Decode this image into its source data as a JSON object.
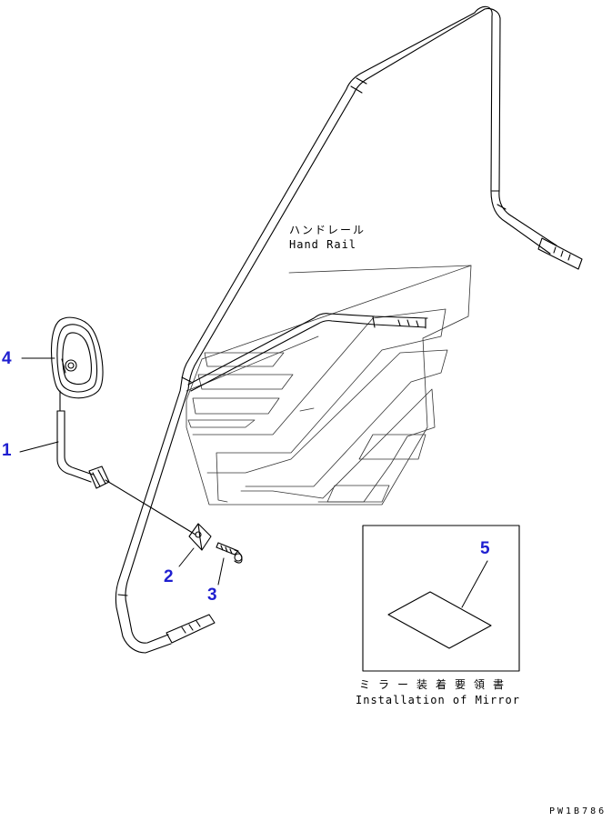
{
  "colors": {
    "callout": "#1f1fd0",
    "line": "#000000",
    "background": "#ffffff"
  },
  "callouts": [
    {
      "id": "1",
      "label": "1"
    },
    {
      "id": "2",
      "label": "2"
    },
    {
      "id": "3",
      "label": "3"
    },
    {
      "id": "4",
      "label": "4"
    },
    {
      "id": "5",
      "label": "5"
    }
  ],
  "handrail": {
    "label_ja": "ハンドレール",
    "label_en": "Hand Rail"
  },
  "instructions": {
    "label_ja": "ミラー装着要領書",
    "label_en": "Installation of Mirror"
  },
  "drawing_code": "PW1B786",
  "icons": [
    "mirror-icon",
    "handrail-icon",
    "bracket-icon",
    "bolt-icon",
    "instruction-sheet-icon",
    "cab-body-icon"
  ]
}
